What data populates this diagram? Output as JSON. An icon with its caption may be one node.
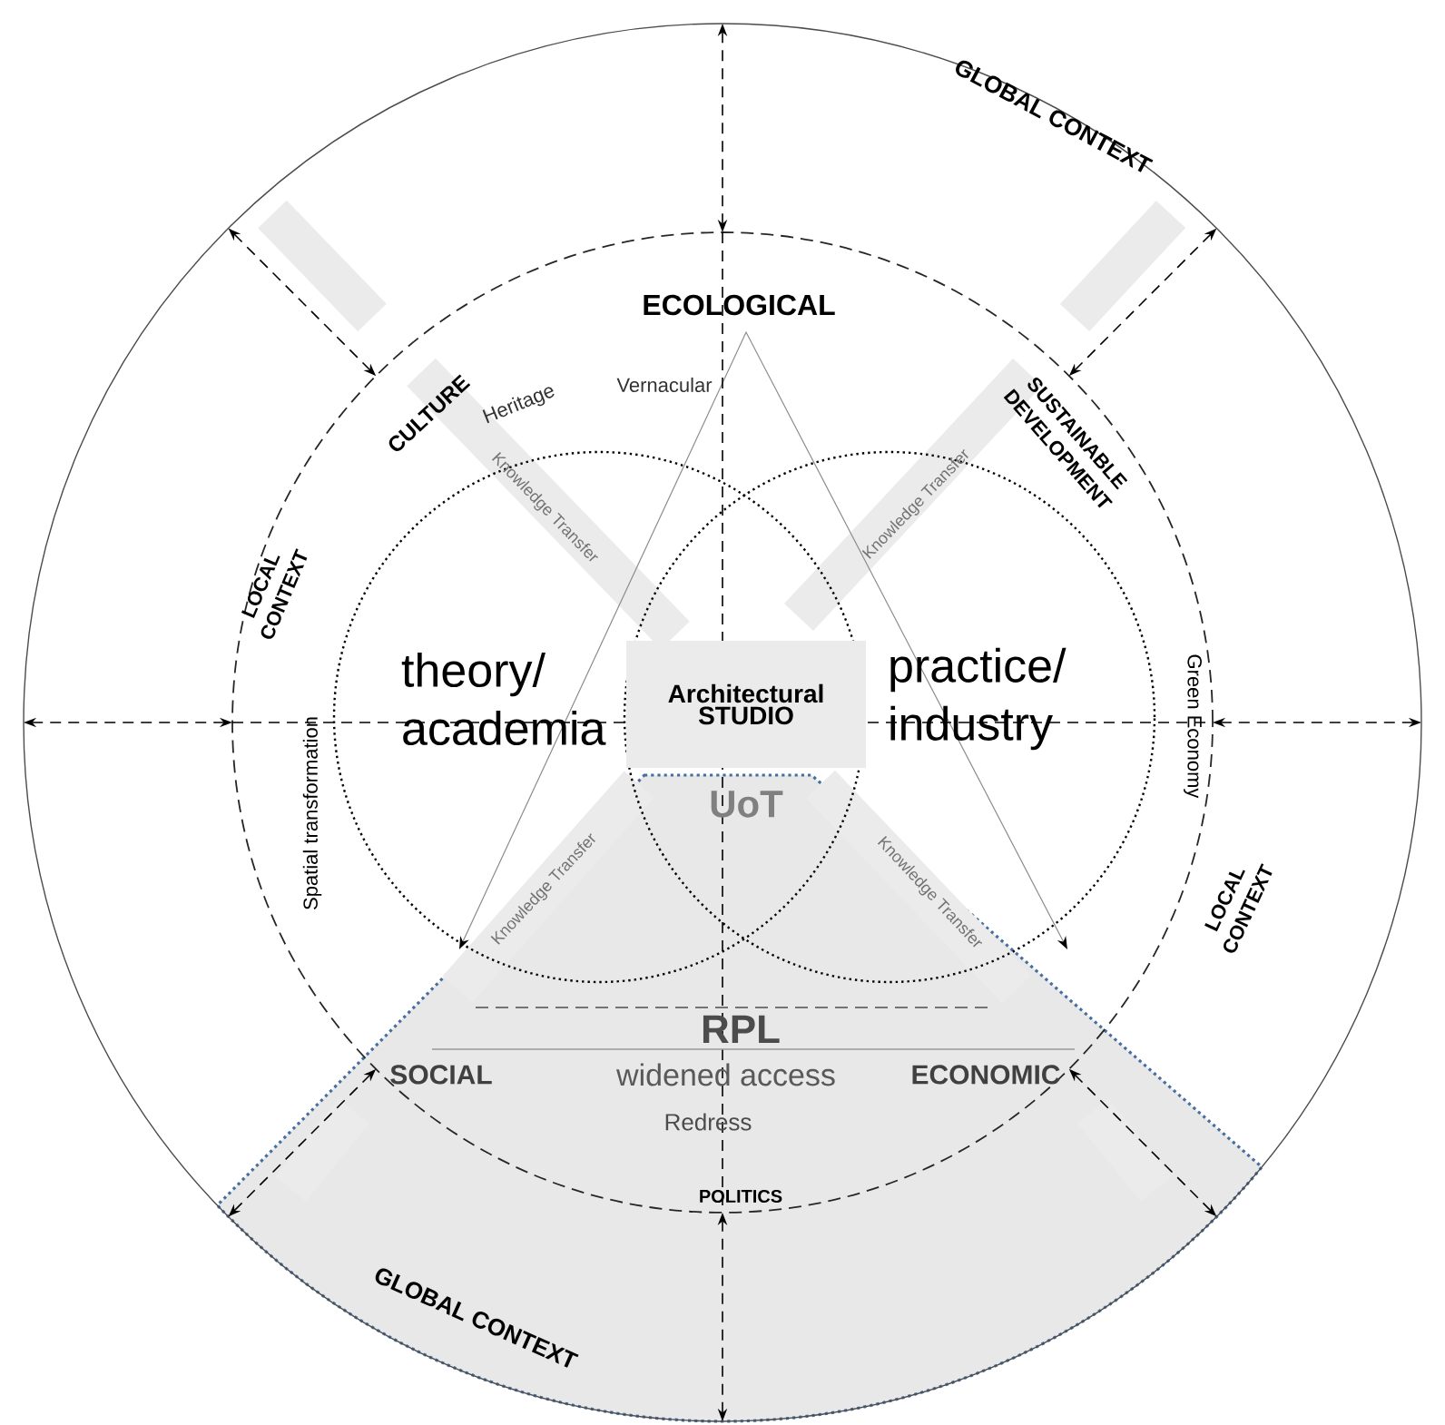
{
  "diagram": {
    "nodes": [
      {
        "text": [
          "theory/ academia"
        ]
      },
      {
        "text": [
          "practice/ industry"
        ]
      },
      {
        "text": [
          "Architectural",
          "STUDIO"
        ]
      }
    ],
    "labels": [
      "GLOBAL CONTEXT",
      "ECOLOGICAL",
      "CULTURE",
      "Heritage",
      "Vernacular",
      "SUSTAINABLE DEVELOPMENT",
      "LOCAL CONTEXT",
      "Knowledge Transfer",
      "Knowledge Transfer",
      "Spatial transformation",
      "Green Economy",
      "UoT",
      "Knowledge Transfer",
      "Knowledge Transfer",
      "LOCAL CONTEXT",
      "RPL",
      "SOCIAL",
      "widened access",
      "ECONOMIC",
      "Redress",
      "POLITICS",
      "GLOBAL CONTEXT"
    ]
  }
}
